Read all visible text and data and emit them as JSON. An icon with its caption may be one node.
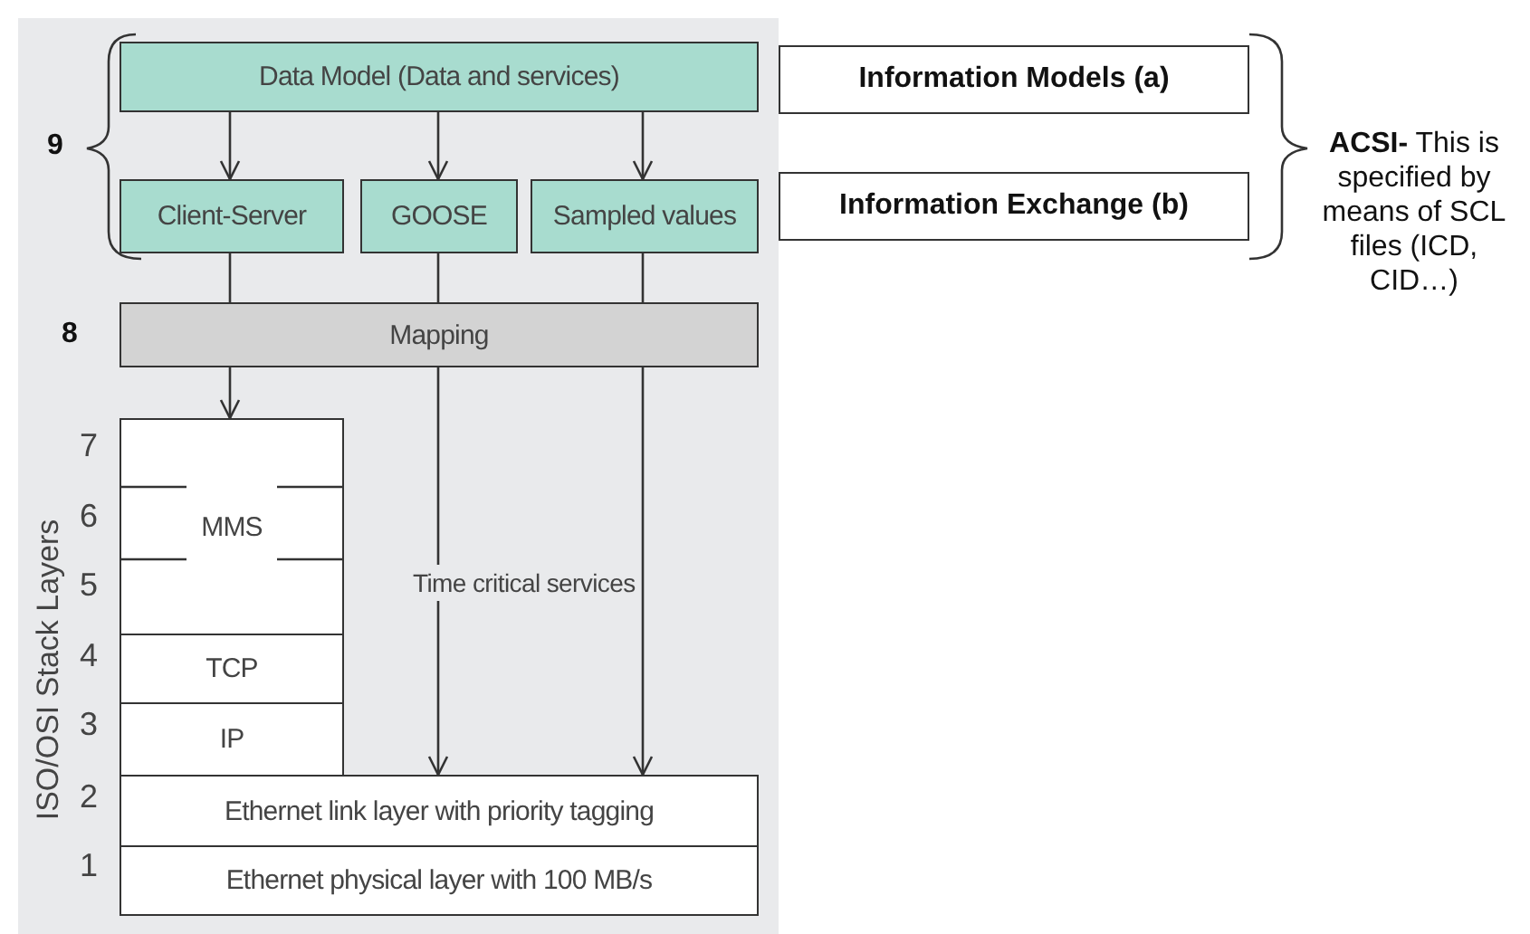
{
  "diagram": {
    "nodes": [
      {
        "text": [
          "Data Model (Data and services)"
        ]
      },
      {
        "text": [
          "Client-Server"
        ]
      },
      {
        "text": [
          "GOOSE"
        ]
      },
      {
        "text": [
          "Sampled values"
        ]
      },
      {
        "text": [
          "Information Models (a)"
        ]
      },
      {
        "text": [
          "Information Exchange (b)"
        ]
      },
      {
        "text": [
          "Mapping"
        ]
      },
      {
        "text": [
          "MMS"
        ]
      },
      {
        "text": [
          "TCP"
        ]
      },
      {
        "text": [
          "IP"
        ]
      },
      {
        "text": [
          "Ethernet link layer with priority tagging"
        ]
      },
      {
        "text": [
          "Ethernet physical layer with 100 MB/s"
        ]
      }
    ],
    "edges": [
      {
        "from": 0,
        "to": 1,
        "arrow": "to"
      },
      {
        "from": 0,
        "to": 2,
        "arrow": "to"
      },
      {
        "from": 0,
        "to": 3,
        "arrow": "to"
      },
      {
        "from": 1,
        "to": 6,
        "arrow": "none"
      },
      {
        "from": 2,
        "to": 6,
        "arrow": "none"
      },
      {
        "from": 3,
        "to": 6,
        "arrow": "none"
      },
      {
        "from": 6,
        "to": 7,
        "arrow": "to"
      },
      {
        "from": 6,
        "to": 10,
        "arrow": "to"
      },
      {
        "from": 6,
        "to": 10,
        "arrow": "to"
      }
    ],
    "labels": [
      "9",
      "8",
      "7",
      "6",
      "5",
      "4",
      "3",
      "2",
      "1",
      "ISO/OSI Stack Layers",
      "Time critical services",
      "**ACSI-** This is specified by means of SCL files (ICD, CID…)"
    ]
  }
}
